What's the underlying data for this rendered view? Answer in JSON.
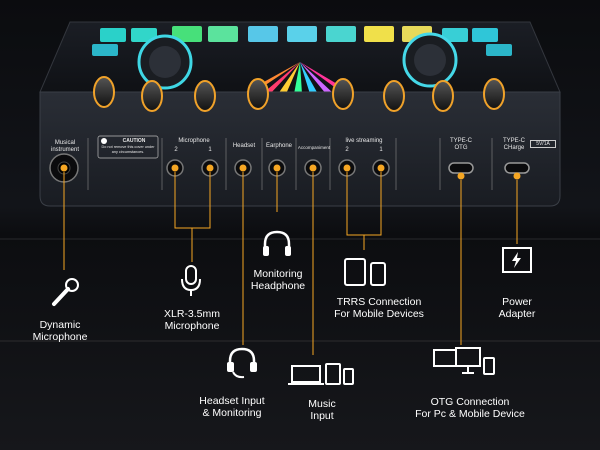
{
  "panel": {
    "musical_instrument": "Musical\ninstrument",
    "caution_title": "CAUTION",
    "caution_body": "Do not remove this cover under\nany circumstances.",
    "microphone": "Microphone",
    "mic_jack_1": "2",
    "mic_jack_2": "1",
    "headset": "Headset",
    "earphone": "Earphone",
    "accompaniment": "Accompaniment",
    "live_streaming": "live streaming",
    "live_jack_1": "2",
    "live_jack_2": "1",
    "typec_otg": "TYPE-C\nOTG",
    "typec_charge": "TYPE-C\nCHarge",
    "charge_rating": "5V/1A"
  },
  "features": {
    "dynamic_mic": "Dynamic\nMicrophone",
    "xlr": "XLR-3.5mm\nMicrophone",
    "monitoring": "Monitoring\nHeadphone",
    "trrs": "TRRS Connection\nFor Mobile Devices",
    "power": "Power\nAdapter",
    "headset_input": "Headset Input\n& Monitoring",
    "music_input": "Music\nInput",
    "otg": "OTG Connection\nFor Pc & Mobile Device"
  },
  "colors": {
    "accent": "#f5a623",
    "panel": "#1c1f26",
    "text": "#ffffff"
  }
}
